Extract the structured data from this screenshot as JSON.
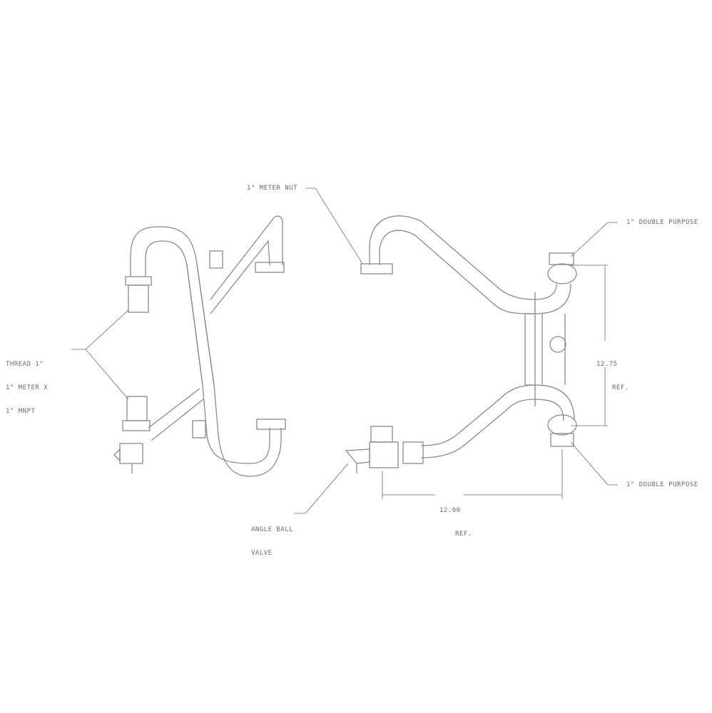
{
  "diagram": {
    "type": "technical drawing - plumbing meter setter (two views)",
    "colors": {
      "line": "#8a8a8a",
      "text": "#6a6a6a",
      "background": "#ffffff"
    },
    "callouts": {
      "thread": {
        "line1": "THREAD 1\"",
        "line2": "1\" METER X",
        "line3": "1\" MNPT"
      },
      "meter_nut": "1\" METER NUT",
      "double_purpose_top": "1\" DOUBLE PURPOSE",
      "double_purpose_bottom": "1\" DOUBLE PURPOSE",
      "angle_ball_valve": {
        "line1": "ANGLE BALL",
        "line2": "VALVE"
      }
    },
    "dimensions": {
      "vertical": {
        "value": "12.75",
        "note": "REF."
      },
      "horizontal": {
        "value": "12.00",
        "note": "REF."
      }
    }
  }
}
